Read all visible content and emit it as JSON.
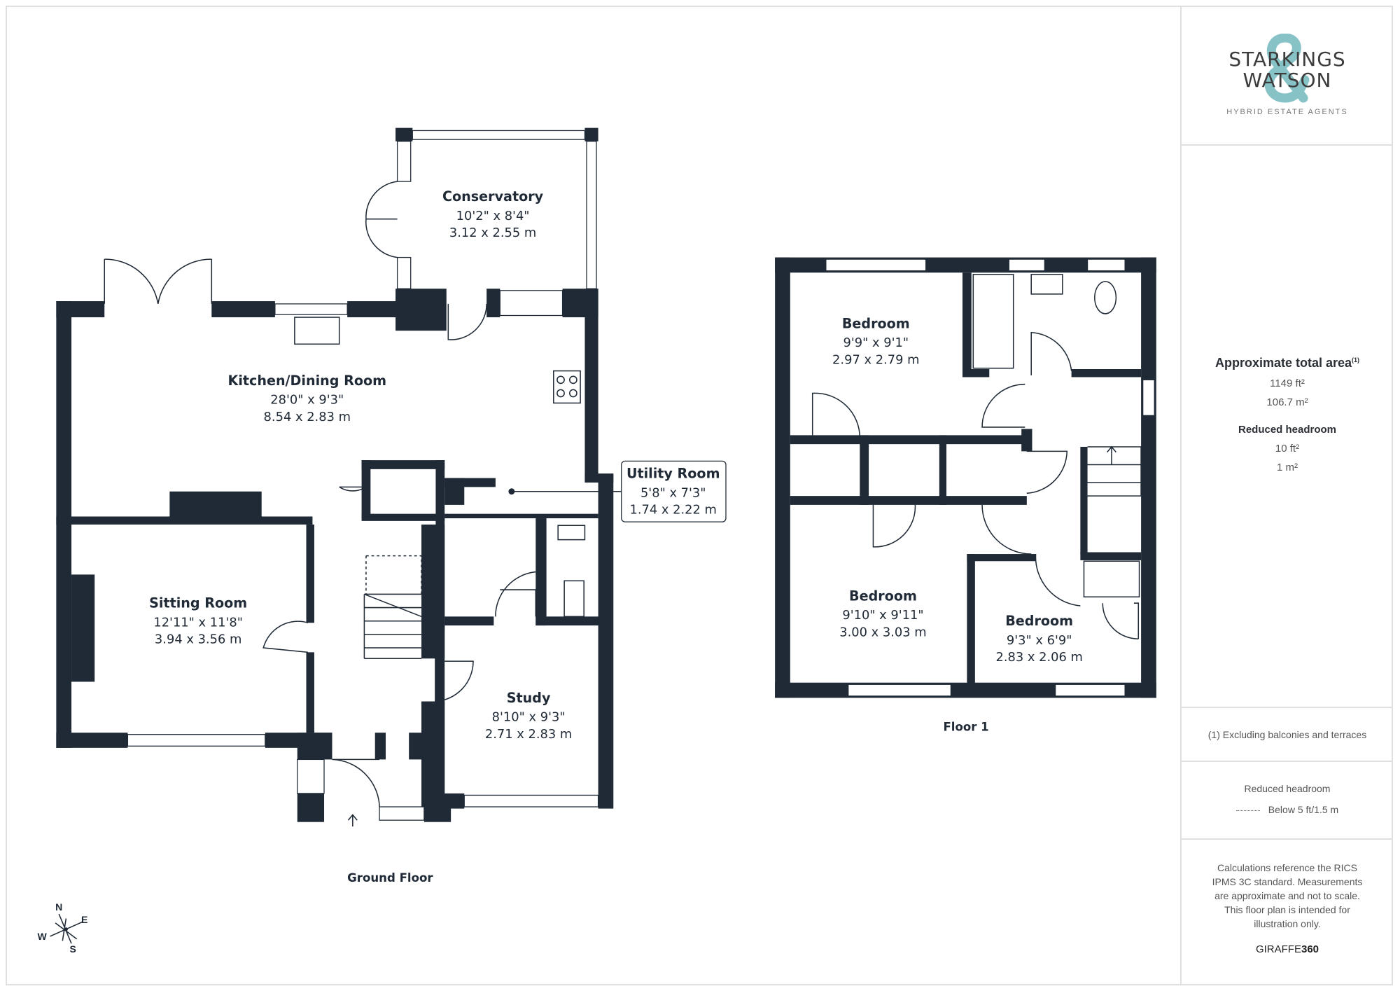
{
  "brand": {
    "line1": "STARKINGS",
    "line2": "WATSON",
    "ampersand": "&",
    "tagline": "HYBRID ESTATE AGENTS",
    "accent_color": "#86c2c6"
  },
  "ground_floor": {
    "label": "Ground Floor",
    "rooms": [
      {
        "name": "Conservatory",
        "imperial": "10'2\" x 8'4\"",
        "metric": "3.12 x 2.55 m"
      },
      {
        "name": "Kitchen/Dining Room",
        "imperial": "28'0\" x 9'3\"",
        "metric": "8.54 x 2.83 m"
      },
      {
        "name": "Utility Room",
        "imperial": "5'8\" x 7'3\"",
        "metric": "1.74 x 2.22 m"
      },
      {
        "name": "Sitting Room",
        "imperial": "12'11\" x 11'8\"",
        "metric": "3.94 x 3.56 m"
      },
      {
        "name": "Study",
        "imperial": "8'10\" x 9'3\"",
        "metric": "2.71 x 2.83 m"
      }
    ]
  },
  "floor_1": {
    "label": "Floor 1",
    "rooms": [
      {
        "name": "Bedroom",
        "imperial": "9'9\" x 9'1\"",
        "metric": "2.97 x 2.79 m"
      },
      {
        "name": "Bedroom",
        "imperial": "9'10\" x 9'11\"",
        "metric": "3.00 x 3.03 m"
      },
      {
        "name": "Bedroom",
        "imperial": "9'3\" x 6'9\"",
        "metric": "2.83 x 2.06 m"
      }
    ]
  },
  "compass": {
    "n": "N",
    "e": "E",
    "s": "S",
    "w": "W"
  },
  "summary": {
    "total_title": "Approximate total area",
    "total_sup": "(1)",
    "total_ft": "1149 ft²",
    "total_m": "106.7 m²",
    "reduced_title": "Reduced headroom",
    "reduced_ft": "10 ft²",
    "reduced_m": "1 m²"
  },
  "footnote": "(1) Excluding balconies and terraces",
  "legend": {
    "title": "Reduced headroom",
    "item": "Below 5 ft/1.5 m"
  },
  "disclaimer": "Calculations reference the RICS IPMS 3C standard. Measurements are approximate and not to scale. This floor plan is intended for illustration only.",
  "credit": {
    "a": "GIRAFFE",
    "b": "360"
  }
}
